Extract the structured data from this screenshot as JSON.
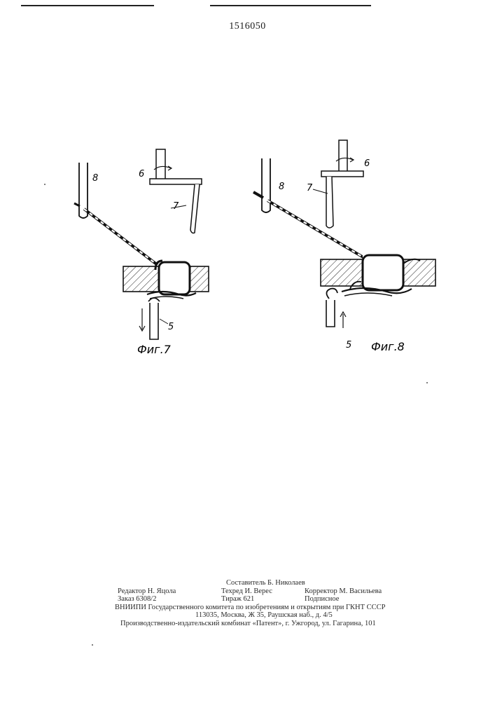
{
  "header": {
    "patent_number": "1516050"
  },
  "figure7": {
    "caption": "Фиг.7",
    "labels": {
      "ref8": "8",
      "ref6": "6",
      "ref7": "7",
      "ref5": "5"
    }
  },
  "figure8": {
    "caption": "Фиг.8",
    "labels": {
      "ref8": "8",
      "ref6": "6",
      "ref7": "7",
      "ref5": "5"
    }
  },
  "colophon": {
    "compiler": "Составитель Б. Николаев",
    "editor": "Редактор Н. Яцола",
    "techred": "Техред И. Верес",
    "corrector": "Корректор М. Васильева",
    "order": "Заказ 6308/2",
    "circulation": "Тираж 621",
    "subscription": "Подписное",
    "institute": "ВНИИПИ Государственного комитета по изобретениям и открытиям при ГКНТ СССР",
    "address": "113035, Москва, Ж 35, Раушская наб., д. 4/5",
    "printer": "Производственно-издательский комбинат «Патент», г. Ужгород, ул. Гагарина, 101"
  }
}
